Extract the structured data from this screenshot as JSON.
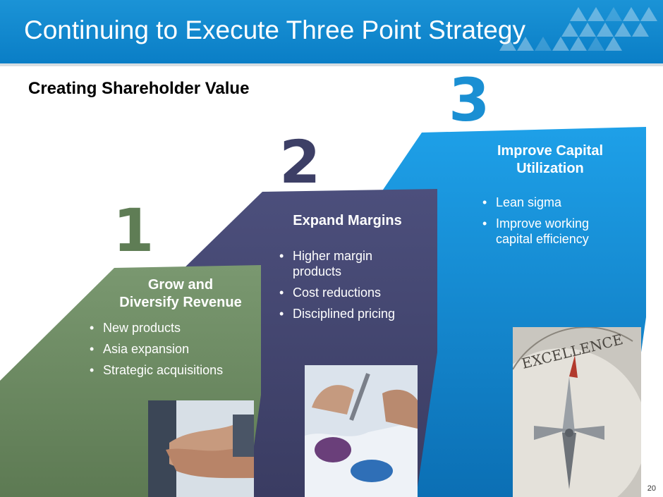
{
  "slide": {
    "title": "Continuing to Execute Three Point Strategy",
    "subtitle": "Creating Shareholder Value",
    "page_number": "20"
  },
  "steps": [
    {
      "number": "1",
      "title_lines": [
        "Grow and",
        "Diversify Revenue"
      ],
      "bullets": [
        "New products",
        "Asia expansion",
        "Strategic acquisitions"
      ],
      "color": "#5f7d55",
      "image": "handshake-photo"
    },
    {
      "number": "2",
      "title_lines": [
        "Expand Margins"
      ],
      "bullets": [
        "Higher margin products",
        "Cost reductions",
        "Disciplined pricing"
      ],
      "color": "#3d3f66",
      "image": "charts-analysis-photo"
    },
    {
      "number": "3",
      "title_lines": [
        "Improve Capital",
        "Utilization"
      ],
      "bullets": [
        "Lean sigma",
        "Improve working capital efficiency"
      ],
      "color": "#1a8fd3",
      "image": "compass-photo",
      "image_text": "EXCELLENCE"
    }
  ],
  "colors": {
    "header": "#0a7ec6",
    "panel_green": "#6b8a60",
    "panel_purple": "#444770",
    "panel_blue": "#1a8fd3"
  }
}
